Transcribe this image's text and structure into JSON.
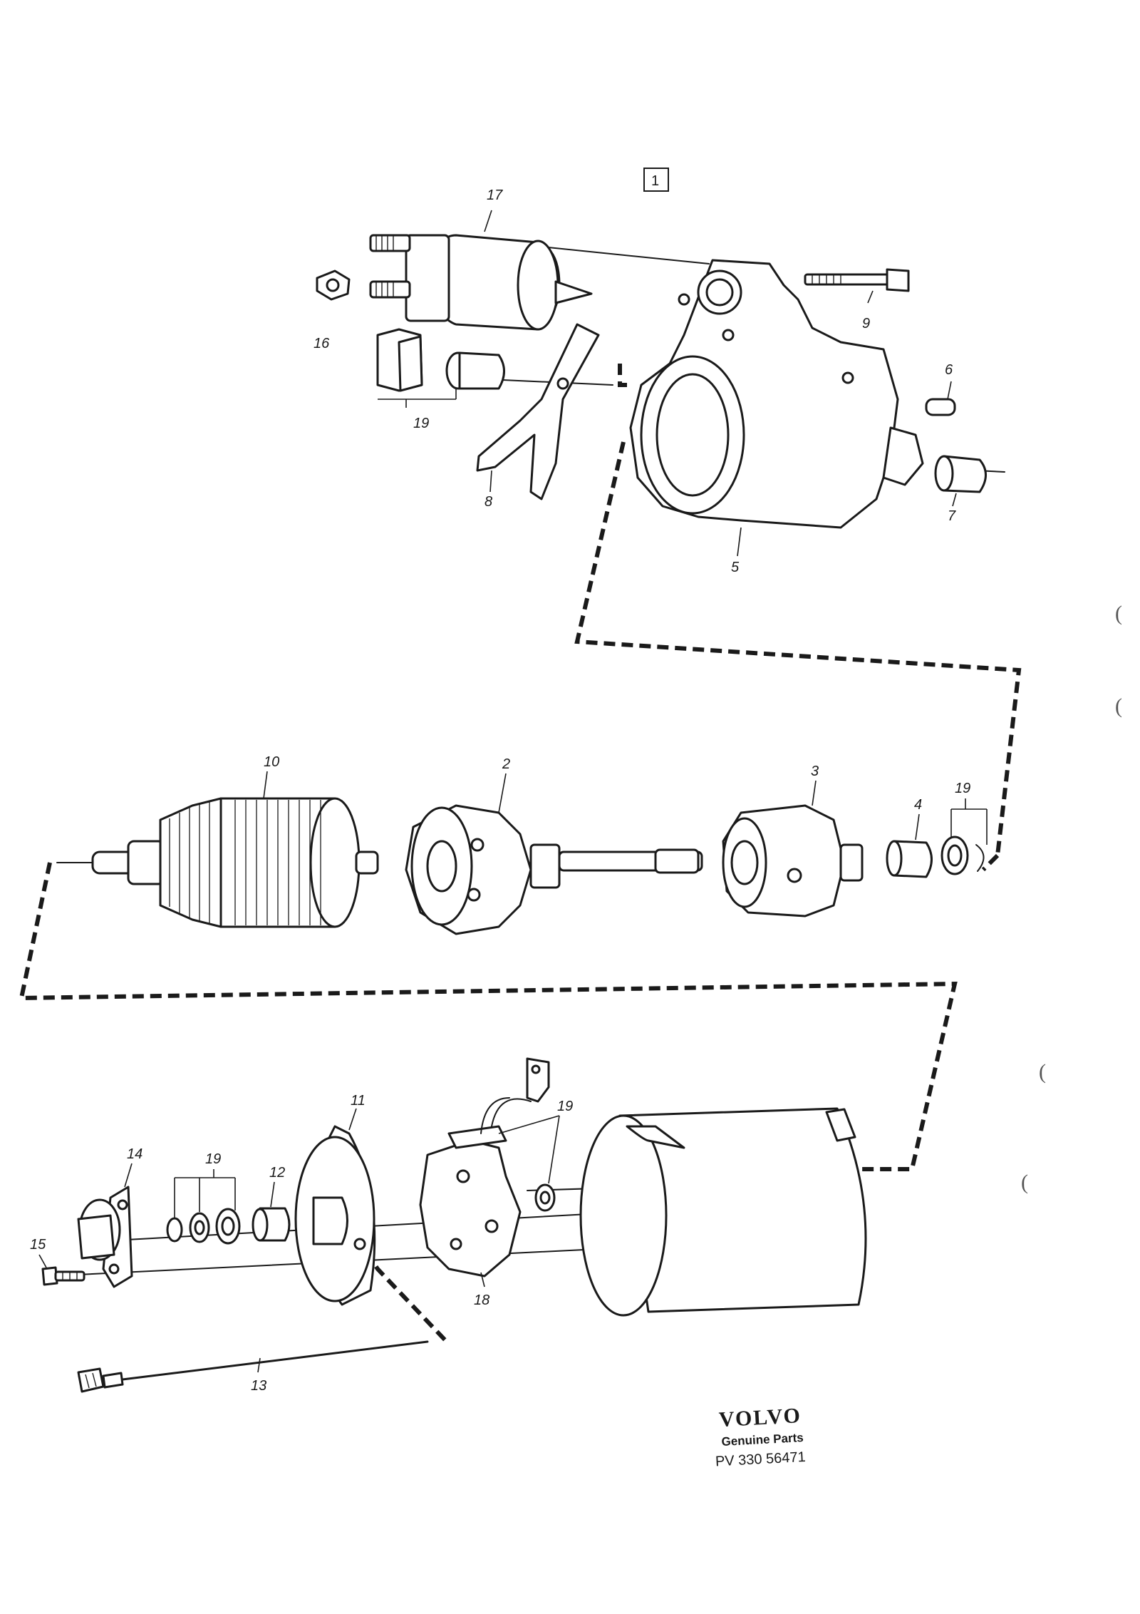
{
  "sheet": {
    "group_box": "1",
    "brand": "VOLVO",
    "brand_sub": "Genuine Parts",
    "reference": "PV 330 56471"
  },
  "callouts": {
    "p1": "17",
    "p2": "16",
    "p3": "19",
    "p4": "8",
    "p5": "9",
    "p6": "6",
    "p7": "7",
    "p8": "5",
    "p9": "10",
    "p10": "2",
    "p11": "3",
    "p12": "4",
    "p13": "19",
    "p14": "11",
    "p15": "14",
    "p16": "19",
    "p17": "12",
    "p18": "15",
    "p19": "19",
    "p20": "18",
    "p21": "13"
  },
  "margin_marks": [
    "(",
    "(",
    "(",
    "("
  ]
}
